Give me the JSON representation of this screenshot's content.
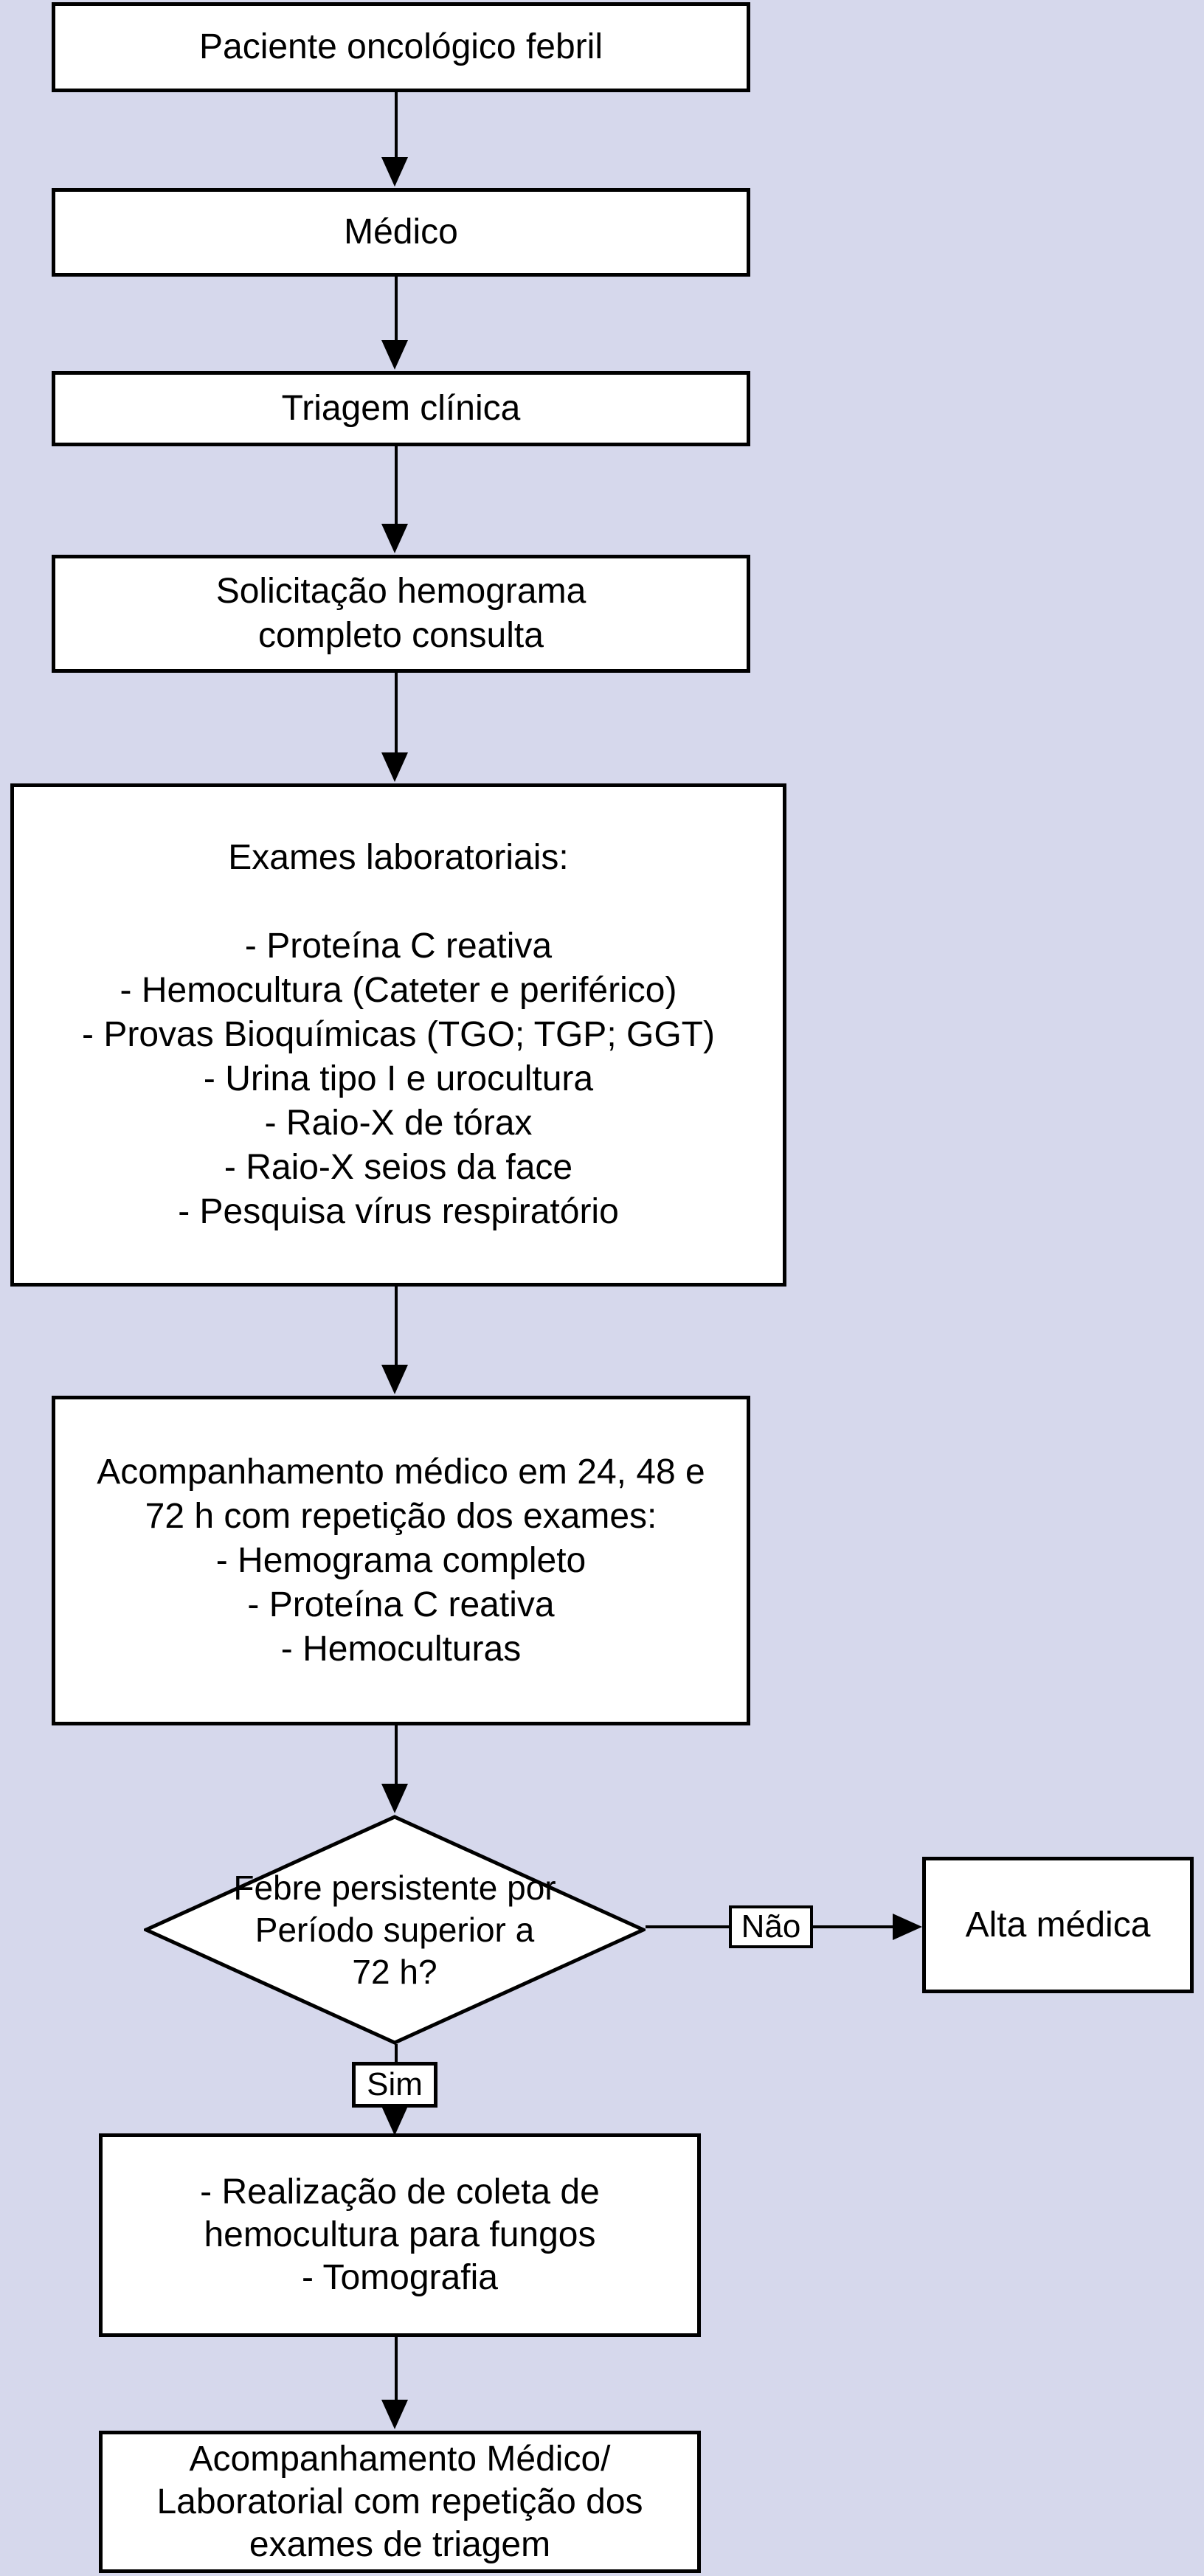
{
  "page": {
    "background_color": "#d6d8ec",
    "node_fill": "#ffffff",
    "line_color": "#000000",
    "text_color": "#000000"
  },
  "flowchart": {
    "nodes": {
      "paciente": {
        "label": "Paciente oncológico febril"
      },
      "medico": {
        "label": "Médico"
      },
      "triagem": {
        "label": "Triagem clínica"
      },
      "solicitacao": {
        "label": "Solicitação hemograma\ncompleto consulta"
      },
      "exames": {
        "label": "Exames laboratoriais:\n\n- Proteína C reativa\n- Hemocultura (Cateter e periférico)\n- Provas Bioquímicas (TGO; TGP; GGT)\n- Urina tipo I e urocultura\n- Raio-X de tórax\n- Raio-X seios da face\n- Pesquisa vírus respiratório"
      },
      "acompanhamento_24_48_72": {
        "label": "Acompanhamento médico em 24, 48 e\n72 h com repetição dos exames:\n- Hemograma completo\n- Proteína C reativa\n- Hemoculturas"
      },
      "decisao_febre": {
        "label": "Febre persistente por\nPeríodo superior a\n72 h?"
      },
      "alta_medica": {
        "label": "Alta médica"
      },
      "realizacao_coleta": {
        "label": "- Realização de coleta de\nhemocultura para fungos\n- Tomografia"
      },
      "acompanhamento_laboratorial": {
        "label": "Acompanhamento Médico/\nLaboratorial com repetição dos\nexames de triagem"
      }
    },
    "edge_labels": {
      "no": "Não",
      "yes": "Sim"
    }
  }
}
